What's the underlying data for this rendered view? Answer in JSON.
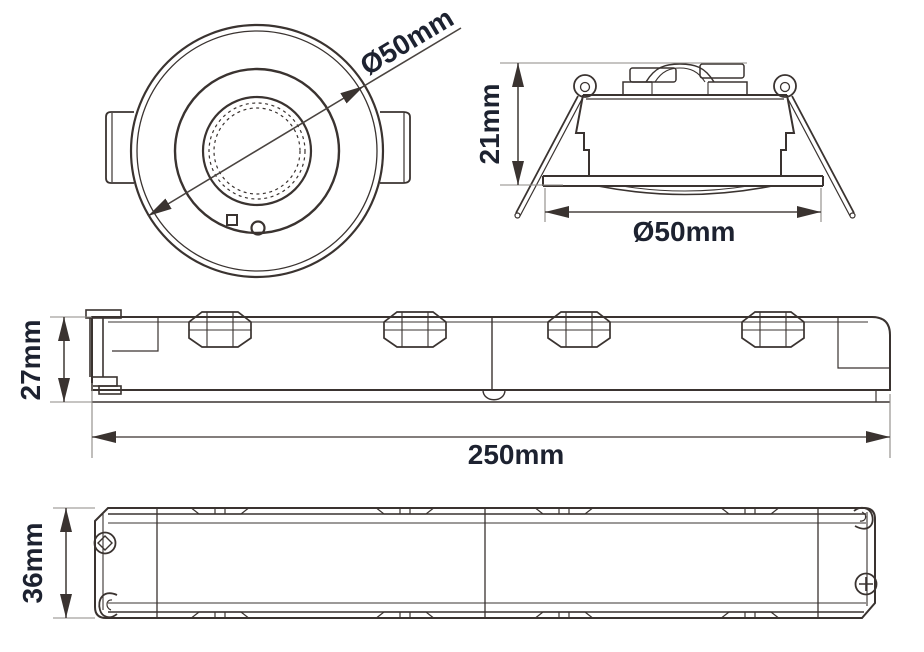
{
  "diagram": {
    "type": "technical-dimension-drawing",
    "subject": "recessed downlight fixture and driver box",
    "background": "#ffffff",
    "line_color": "#3a3330",
    "dimension_line_color": "#5a5450",
    "text_color": "#1d2230",
    "views": {
      "downlight_top_view": {
        "diameter_label": "Ø50mm"
      },
      "downlight_side_view": {
        "height_label": "21mm",
        "diameter_label": "Ø50mm"
      },
      "driver_side_view": {
        "height_label": "27mm",
        "length_label": "250mm"
      },
      "driver_top_view": {
        "width_label": "36mm"
      }
    }
  }
}
